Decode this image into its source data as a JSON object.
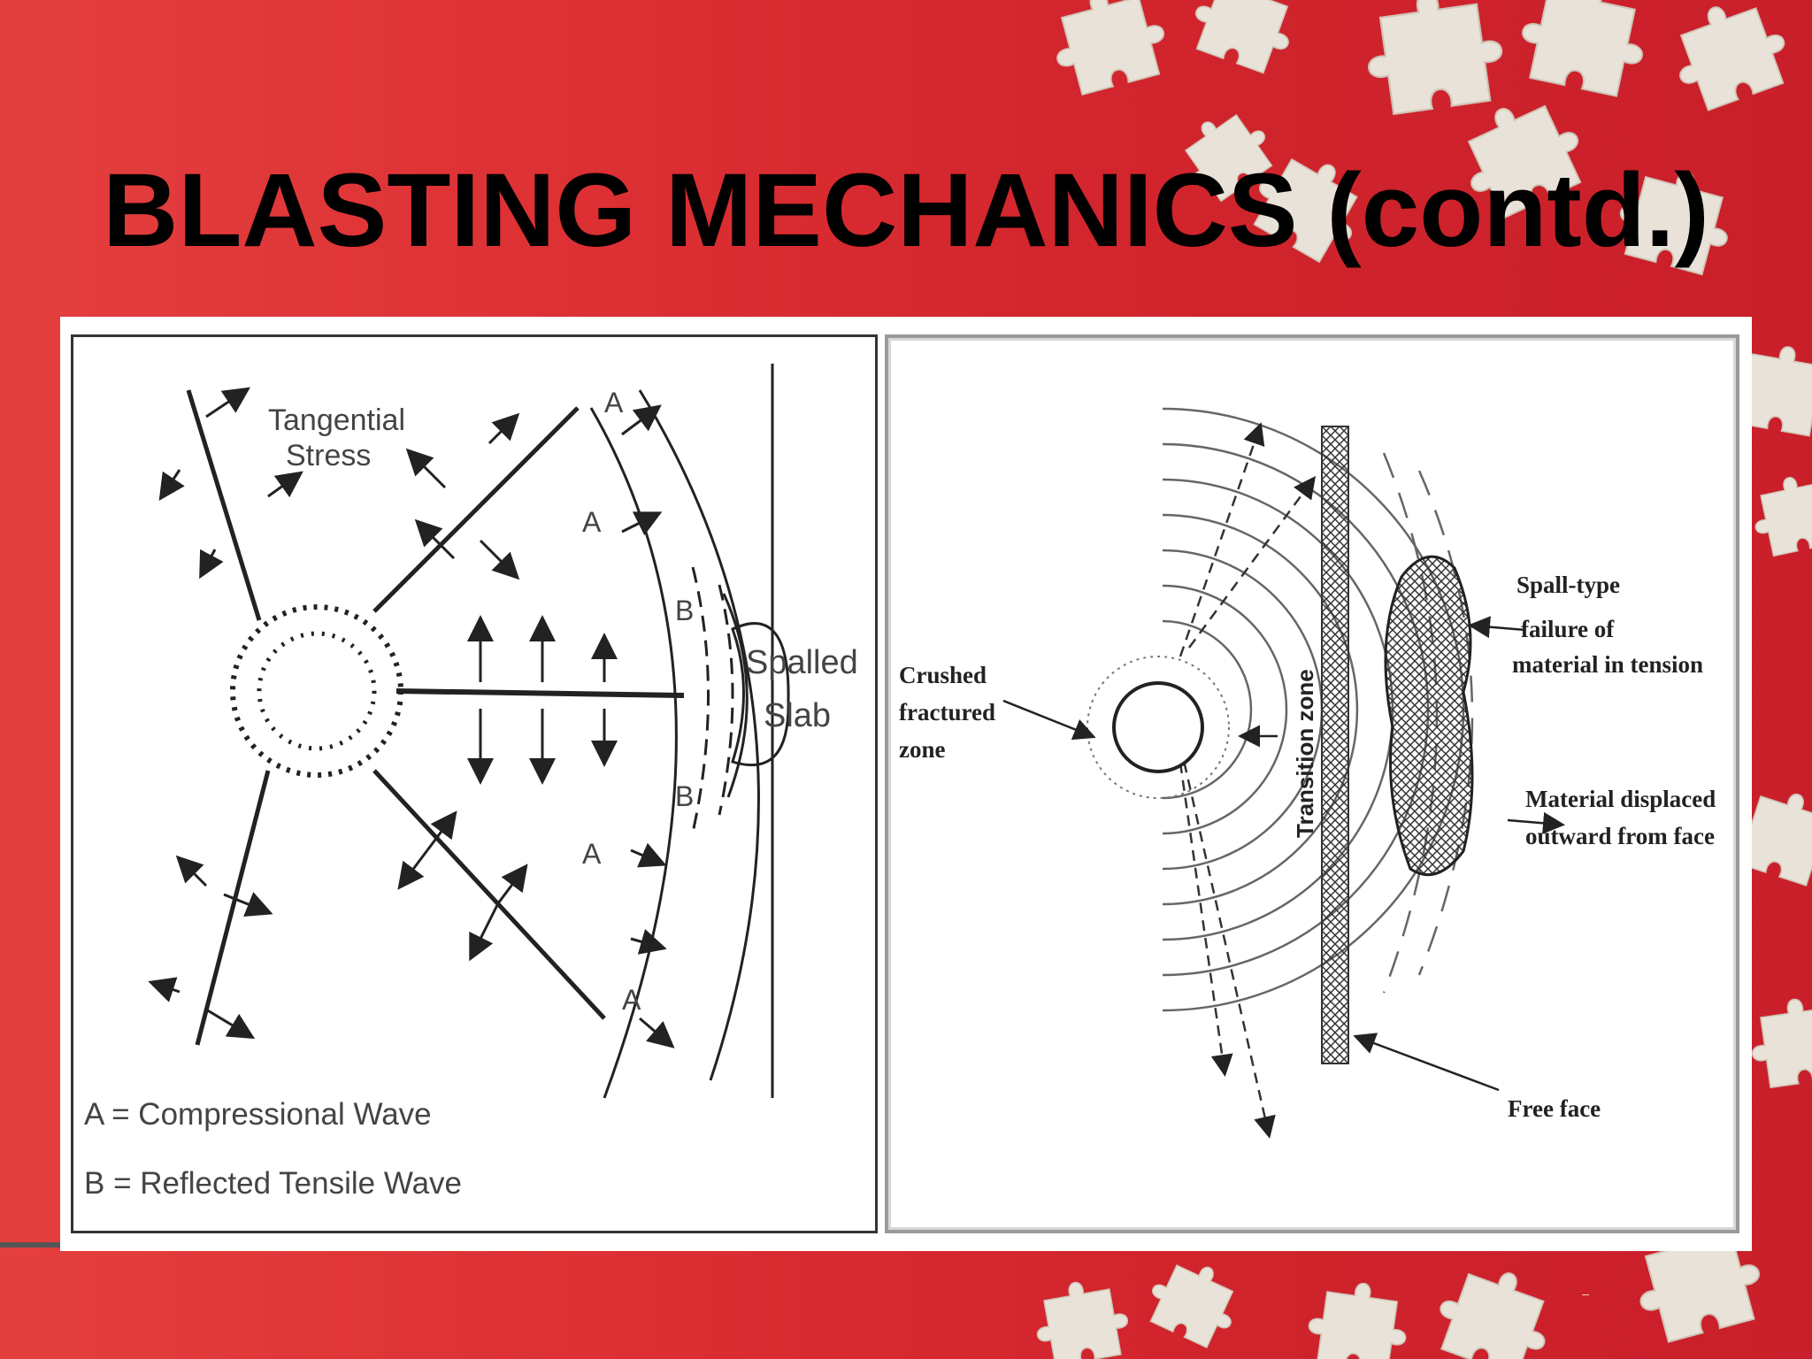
{
  "slide": {
    "title": "BLASTING MECHANICS  (contd.)",
    "page_number": "–"
  },
  "left_diagram": {
    "tangential_label_line1": "Tangential",
    "tangential_label_line2": "Stress",
    "wave_label_a": "A",
    "wave_label_b": "B",
    "spalled_line1": "Spalled",
    "spalled_line2": "Slab",
    "legend_a": "A  =  Compressional Wave",
    "legend_b": "B  =  Reflected Tensile Wave"
  },
  "right_diagram": {
    "crushed_line1": "Crushed",
    "crushed_line2": "fractured",
    "crushed_line3": "zone",
    "transition_zone": "Transition zone",
    "spall_line1": "Spall-type",
    "spall_line2": "failure of",
    "spall_line3": "material in tension",
    "displaced_line1": "Material displaced",
    "displaced_line2": "outward from face",
    "free_face": "Free face"
  },
  "colors": {
    "background_red": "#d92a30",
    "puzzle_piece": "#e8e0d6",
    "title_text": "#000000"
  }
}
